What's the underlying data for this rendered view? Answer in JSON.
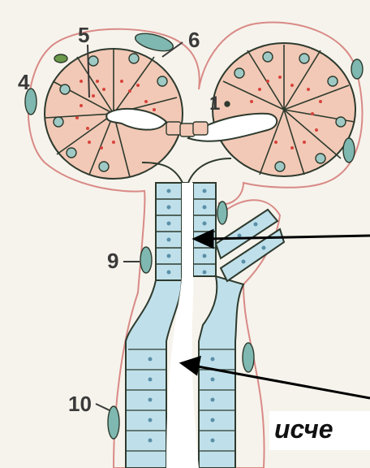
{
  "labels": {
    "n1": "1",
    "n4": "4",
    "n5": "5",
    "n6": "6",
    "n9": "9",
    "n10": "10"
  },
  "caption": "исче",
  "colors": {
    "gland_outline": "#d98a86",
    "secretory_cell": "#f2c9b6",
    "granule": "#d6443c",
    "nucleus": "#9ec9c4",
    "duct_cell": "#bfe0ea",
    "myoepithelial": "#7fb8b0",
    "cell_border": "#2e3a2e",
    "background": "#f6f3ec"
  }
}
